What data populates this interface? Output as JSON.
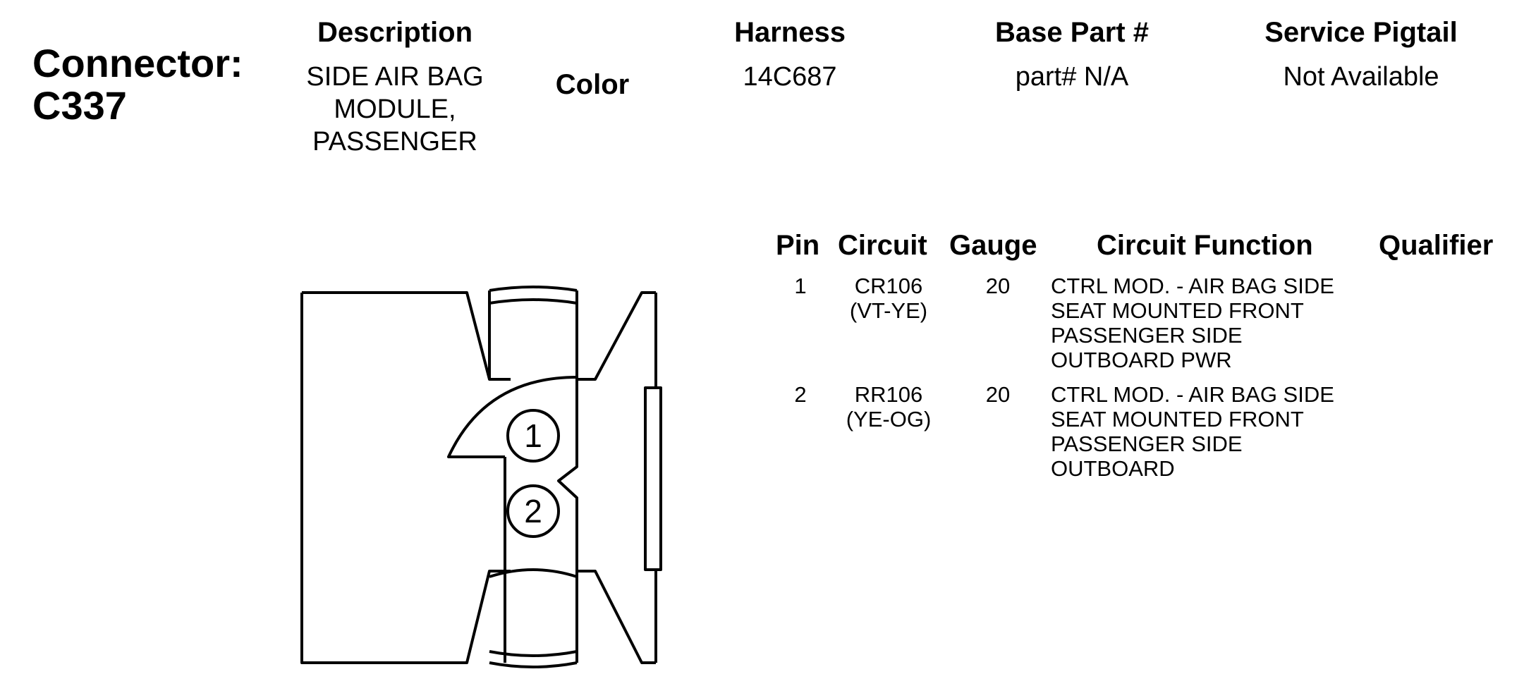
{
  "connector": {
    "label": "Connector:",
    "id": "C337"
  },
  "description": {
    "header": "Description",
    "lines": [
      "SIDE AIR BAG",
      "MODULE,",
      "PASSENGER"
    ]
  },
  "color": {
    "header": "Color"
  },
  "harness": {
    "header": "Harness",
    "value": "14C687"
  },
  "base_part": {
    "header": "Base Part #",
    "value": "part# N/A"
  },
  "service_pigtail": {
    "header": "Service Pigtail",
    "value": "Not Available"
  },
  "pin_table": {
    "headers": {
      "pin": "Pin",
      "circuit": "Circuit",
      "gauge": "Gauge",
      "function": "Circuit Function",
      "qualifier": "Qualifier"
    },
    "rows": [
      {
        "pin": "1",
        "circuit": [
          "CR106",
          "(VT-YE)"
        ],
        "gauge": "20",
        "function": [
          "CTRL MOD. - AIR BAG SIDE",
          "SEAT MOUNTED FRONT",
          "PASSENGER SIDE",
          "OUTBOARD PWR"
        ]
      },
      {
        "pin": "2",
        "circuit": [
          "RR106",
          "(YE-OG)"
        ],
        "gauge": "20",
        "function": [
          "CTRL MOD. - AIR BAG SIDE",
          "SEAT MOUNTED FRONT",
          "PASSENGER SIDE",
          "OUTBOARD"
        ]
      }
    ]
  },
  "diagram": {
    "pin_labels": [
      "1",
      "2"
    ]
  }
}
